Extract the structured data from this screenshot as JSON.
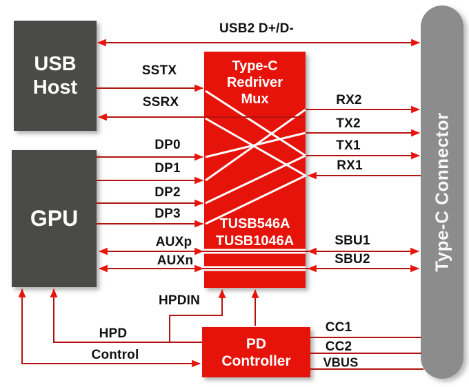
{
  "diagram": {
    "blocks": {
      "usb_host": {
        "lines": [
          "USB",
          "Host"
        ]
      },
      "gpu": {
        "label": "GPU"
      },
      "mux": {
        "title_lines": [
          "Type-C",
          "Redriver",
          "Mux"
        ],
        "part_numbers": [
          "TUSB546A",
          "TUSB1046A"
        ]
      },
      "pd_controller": {
        "lines": [
          "PD",
          "Controller"
        ]
      },
      "connector": {
        "label": "Type-C Connector"
      }
    },
    "signals": {
      "usb2": "USB2 D+/D-",
      "sstx": "SSTX",
      "ssrx": "SSRX",
      "dp0": "DP0",
      "dp1": "DP1",
      "dp2": "DP2",
      "dp3": "DP3",
      "auxp": "AUXp",
      "auxn": "AUXn",
      "hpdin": "HPDIN",
      "hpd": "HPD",
      "control": "Control",
      "rx2": "RX2",
      "tx2": "TX2",
      "tx1": "TX1",
      "rx1": "RX1",
      "sbu1": "SBU1",
      "sbu2": "SBU2",
      "cc1": "CC1",
      "cc2": "CC2",
      "vbus": "VBUS"
    },
    "colors": {
      "block_red": "#e6130b",
      "block_dark": "#4a4a48",
      "connector_gray": "#8c8c8c",
      "wire_red": "#b4120e",
      "arrow_red": "#e8150d",
      "label_black": "#111111",
      "mux_cross_white": "#ffffff"
    }
  }
}
